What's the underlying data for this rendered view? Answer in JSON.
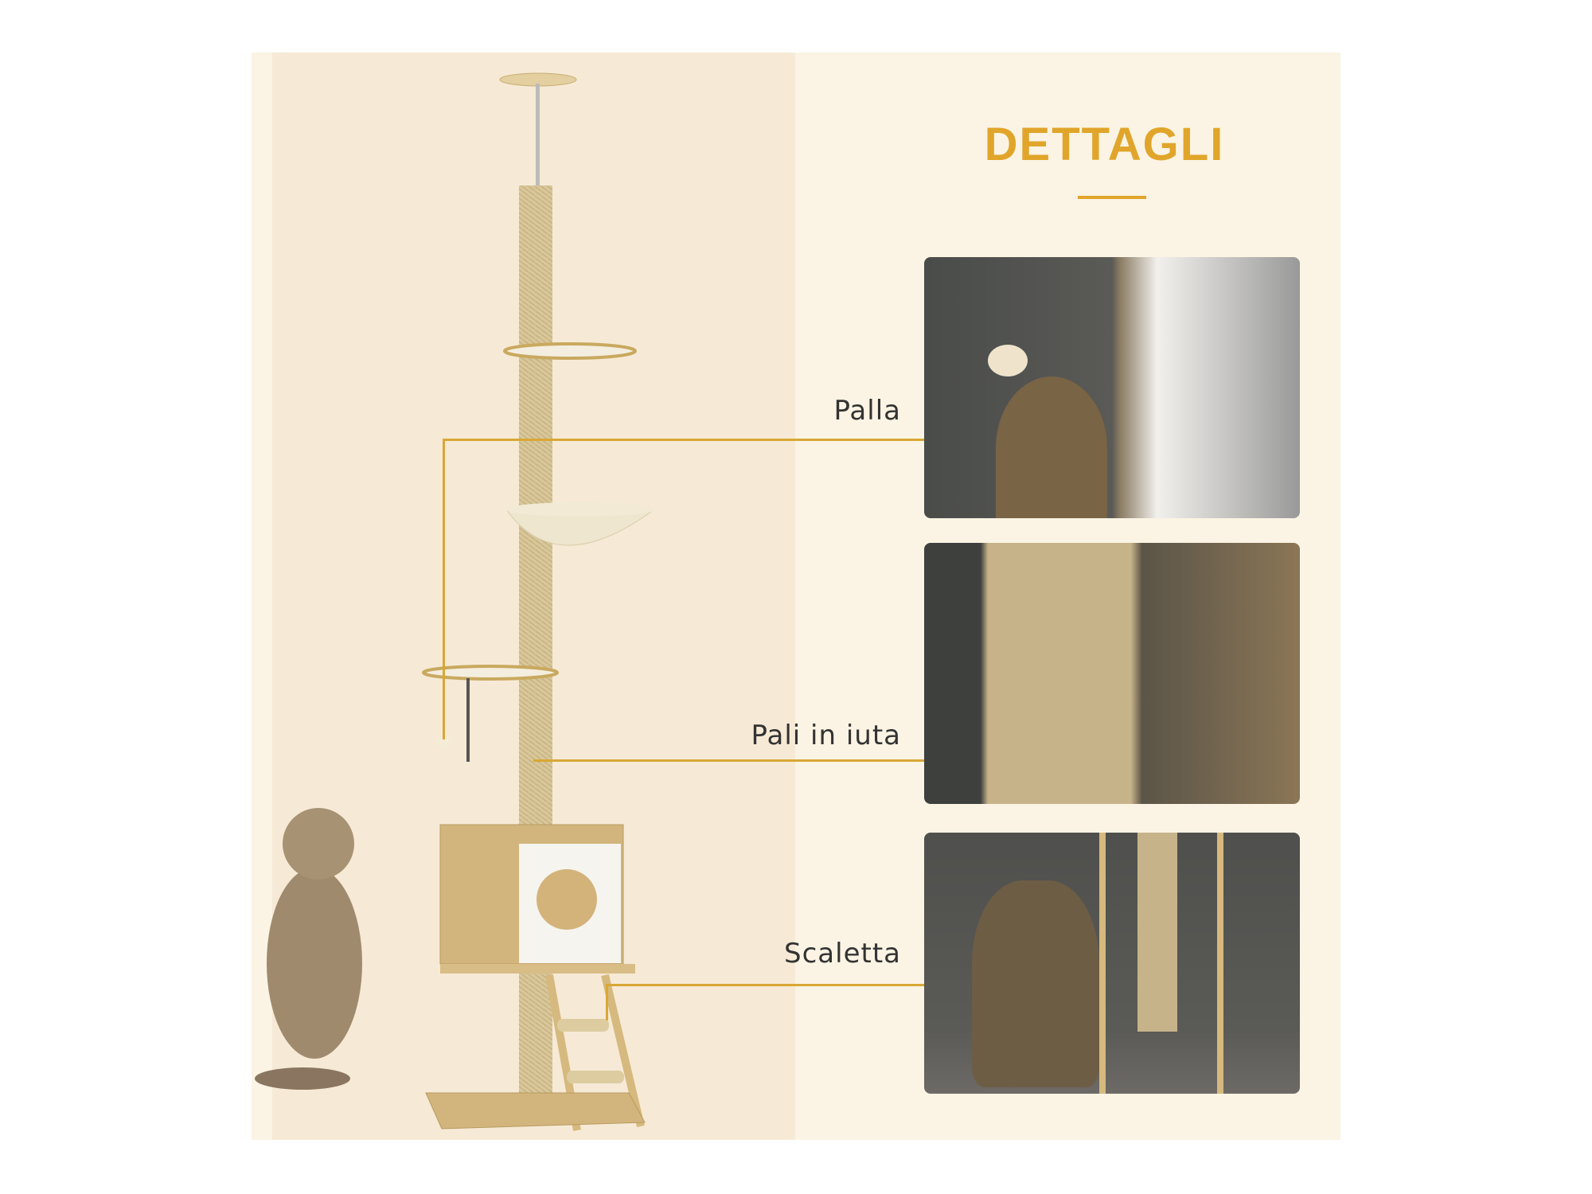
{
  "title": "DETTAGLI",
  "accent_color": "#e0a52a",
  "callouts": [
    {
      "label": "Palla"
    },
    {
      "label": "Pali in iuta"
    },
    {
      "label": "Scaletta"
    }
  ],
  "photos": [
    {
      "icon": "cat-playing-ball-photo"
    },
    {
      "icon": "cat-scratching-post-photo"
    },
    {
      "icon": "cat-ladder-photo"
    }
  ]
}
